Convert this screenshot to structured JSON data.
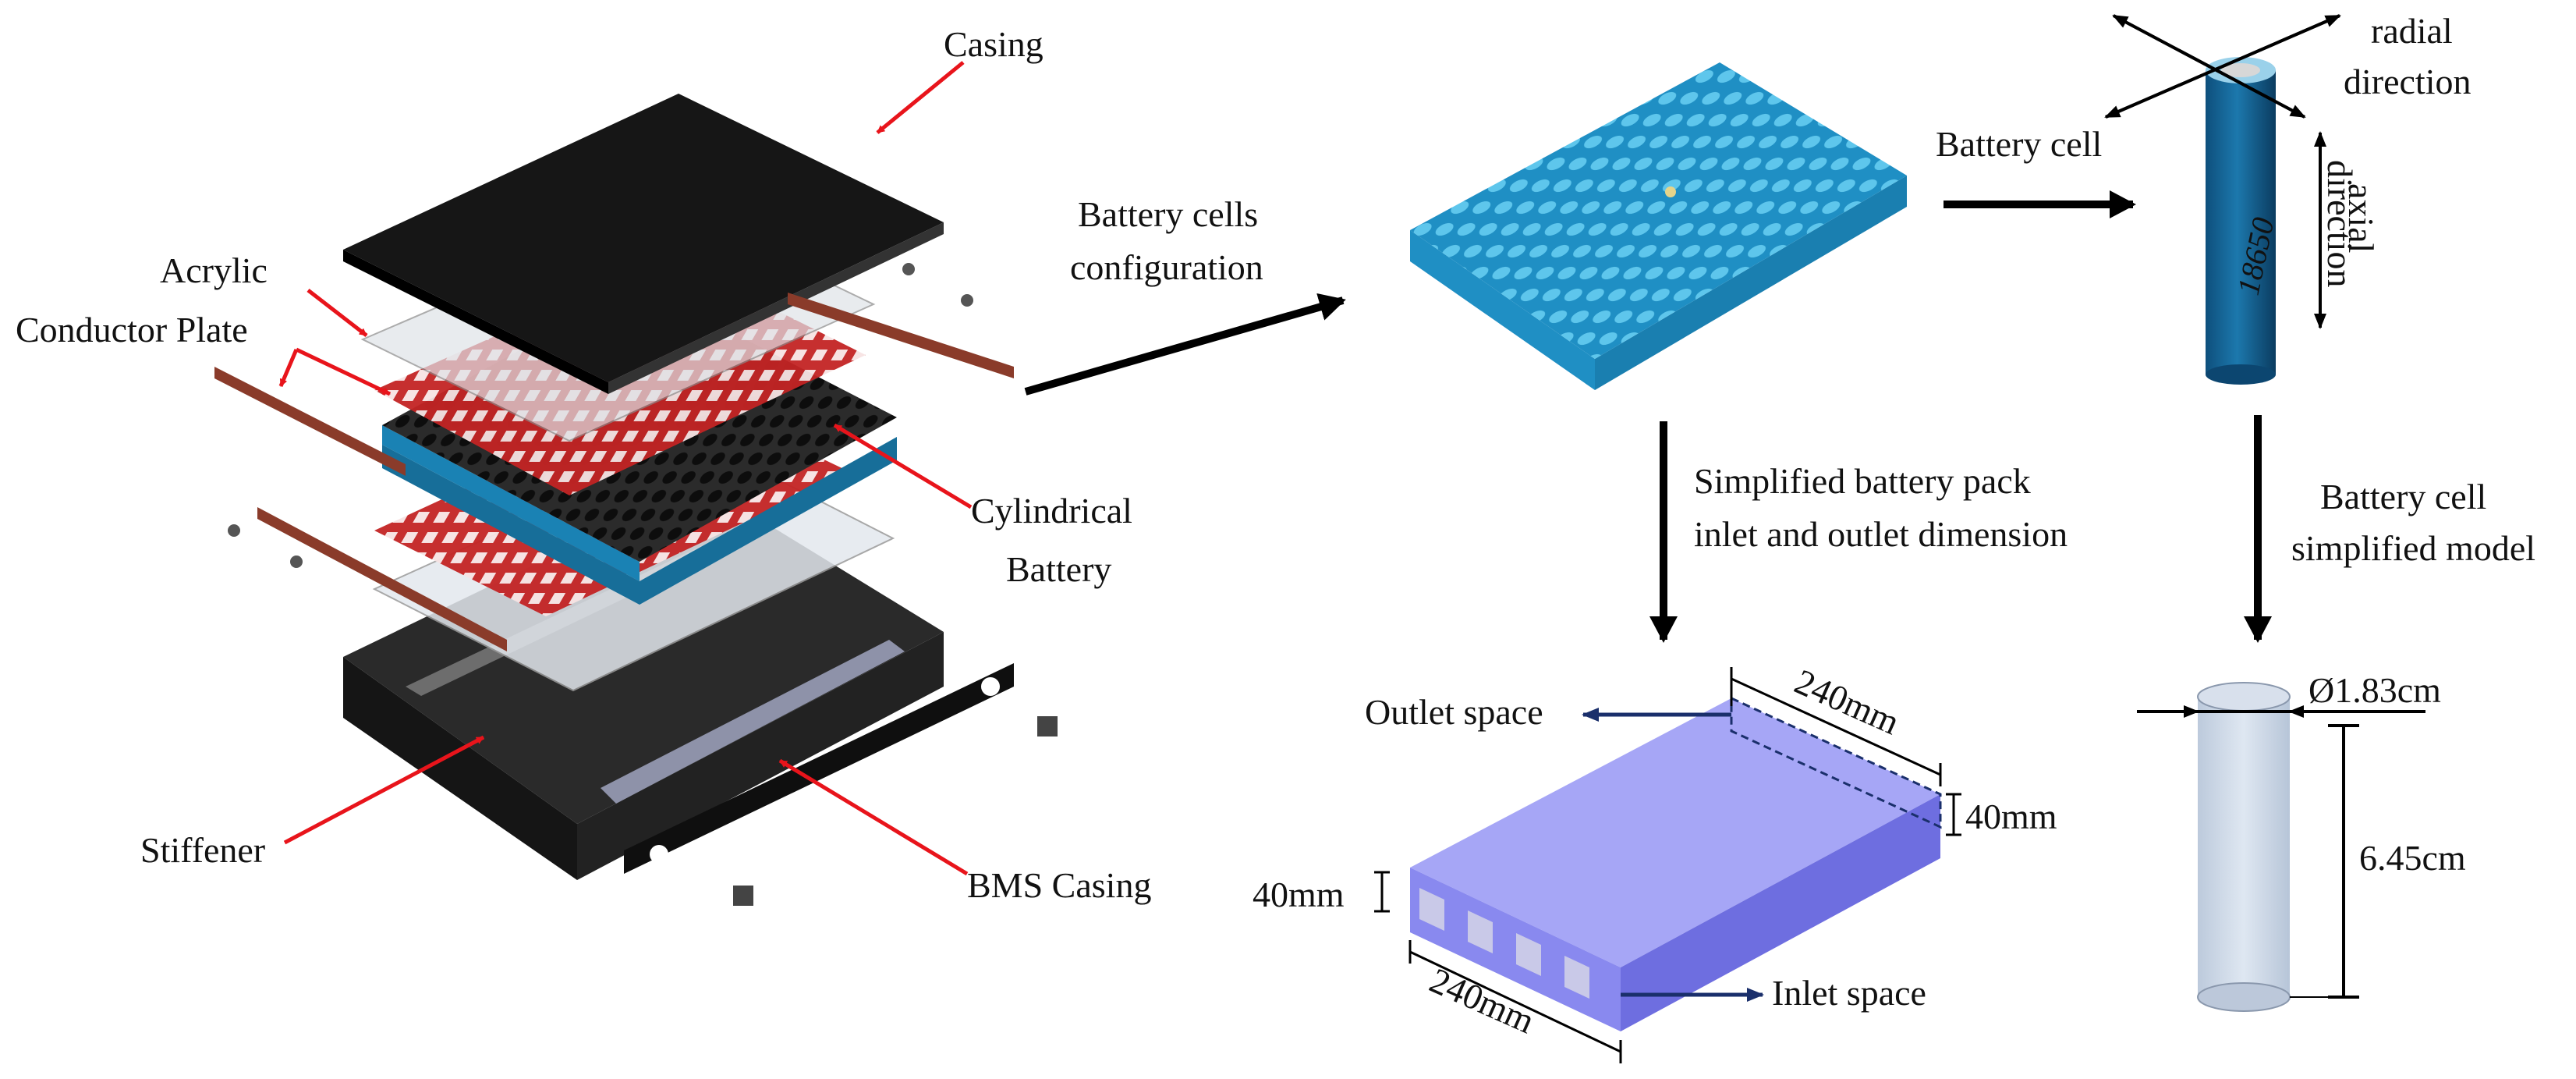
{
  "labels": {
    "casing": "Casing",
    "acrylic": "Acrylic",
    "conductor_plate": "Conductor  Plate",
    "cylindrical_battery_1": "Cylindrical",
    "cylindrical_battery_2": "Battery",
    "stiffener": "Stiffener",
    "bms_casing": "BMS Casing",
    "cells_config_1": "Battery cells",
    "cells_config_2": "configuration",
    "battery_cell": "Battery cell",
    "radial_1": "radial",
    "radial_2": "direction",
    "axial_1": "axial",
    "axial_2": "direction",
    "cell_marking": "18650",
    "simplified_pack_1": "Simplified battery pack",
    "simplified_pack_2": "inlet and outlet dimension",
    "cell_model_1": "Battery cell",
    "cell_model_2": "simplified model",
    "outlet_space": "Outlet space",
    "inlet_space": "Inlet space",
    "dim_top_length": "240mm",
    "dim_right_height": "40mm",
    "dim_left_height": "40mm",
    "dim_bottom_length": "240mm",
    "diameter": "Ø1.83cm",
    "height": "6.45cm"
  },
  "colors": {
    "callout_arrow": "#e8141b",
    "flow_arrow": "#1a2f6b",
    "cell_blue": "#1f8fc4",
    "cell_dark_blue": "#155b86",
    "pack_fill": "#8c8cf2",
    "copper": "#8a3b2a",
    "red_grid": "#c32424",
    "casing_black": "#1a1a1a"
  }
}
